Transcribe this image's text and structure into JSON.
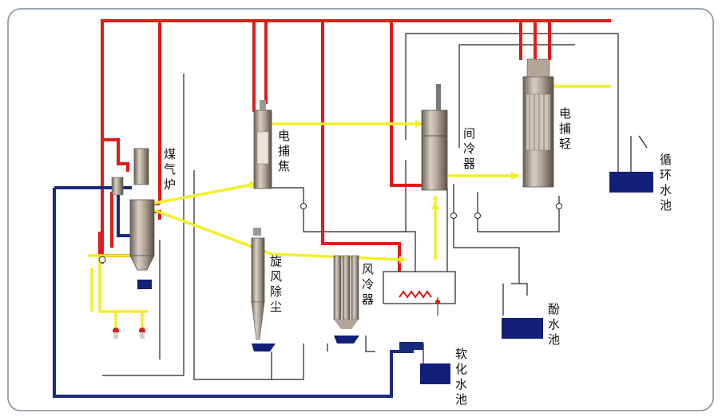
{
  "labels": {
    "gasifier": [
      "煤",
      "气",
      "炉"
    ],
    "tar_precipitator": [
      "电",
      "捕",
      "焦"
    ],
    "cyclone": [
      "旋",
      "风",
      "除",
      "尘"
    ],
    "air_cooler": [
      "风",
      "冷",
      "器"
    ],
    "intercooler": [
      "间",
      "冷",
      "器"
    ],
    "oil_precipitator": [
      "电",
      "捕",
      "轻"
    ],
    "circ_pool": [
      "循",
      "环",
      "水",
      "池"
    ],
    "phenol_pool": [
      "酚",
      "水",
      "池"
    ],
    "soft_pool": [
      "软",
      "化",
      "水",
      "池"
    ]
  },
  "colors": {
    "steam": "#e01b1b",
    "gas": "#f2ef2a",
    "water": "#1a2a7c",
    "line": "#222222",
    "pool": "#12207a",
    "equipment": "#a89a88",
    "frame": "#6f7f8f"
  }
}
